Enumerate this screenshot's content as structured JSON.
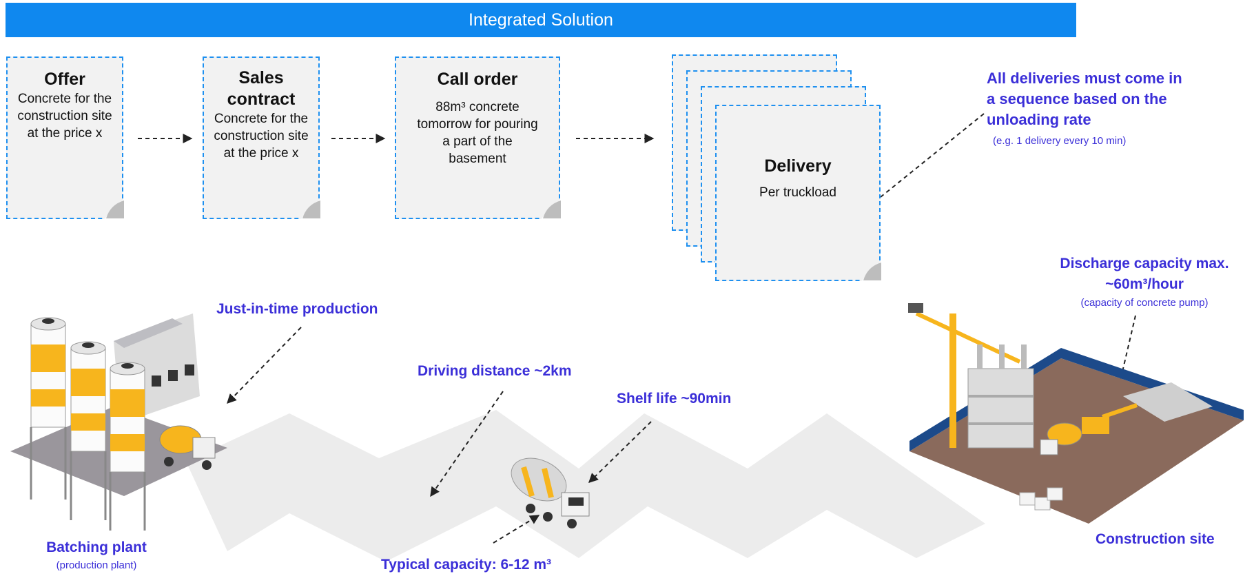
{
  "banner": {
    "title": "Integrated Solution"
  },
  "offer": {
    "title": "Offer",
    "body": "Concrete for the construction site at the price x"
  },
  "sales": {
    "title": "Sales contract",
    "body": "Concrete for the construction site at the price x"
  },
  "call": {
    "title": "Call order",
    "body": "88m³ concrete tomorrow for pouring a part of the basement"
  },
  "delivery": {
    "title": "Delivery",
    "body": "Per truckload"
  },
  "sequence": {
    "title": "All deliveries must come in a sequence based on the unloading rate",
    "note": "(e.g. 1 delivery every 10 min)"
  },
  "jit": {
    "label": "Just-in-time production"
  },
  "driving": {
    "label": "Driving distance ~2km"
  },
  "shelf": {
    "label": "Shelf life ~90min"
  },
  "discharge": {
    "title": "Discharge capacity max. ~60m³/hour",
    "note": "(capacity of concrete pump)"
  },
  "plant": {
    "title": "Batching plant",
    "note": "(production plant)"
  },
  "capacity": {
    "label": "Typical capacity: 6-12 m³"
  },
  "site": {
    "title": "Construction site"
  },
  "colors": {
    "accent": "#0f88ef",
    "label": "#3b2fd8",
    "silo": "#f7b51d"
  },
  "icons": [
    "batching-plant-illustration",
    "mixer-truck-illustration",
    "construction-site-illustration"
  ]
}
